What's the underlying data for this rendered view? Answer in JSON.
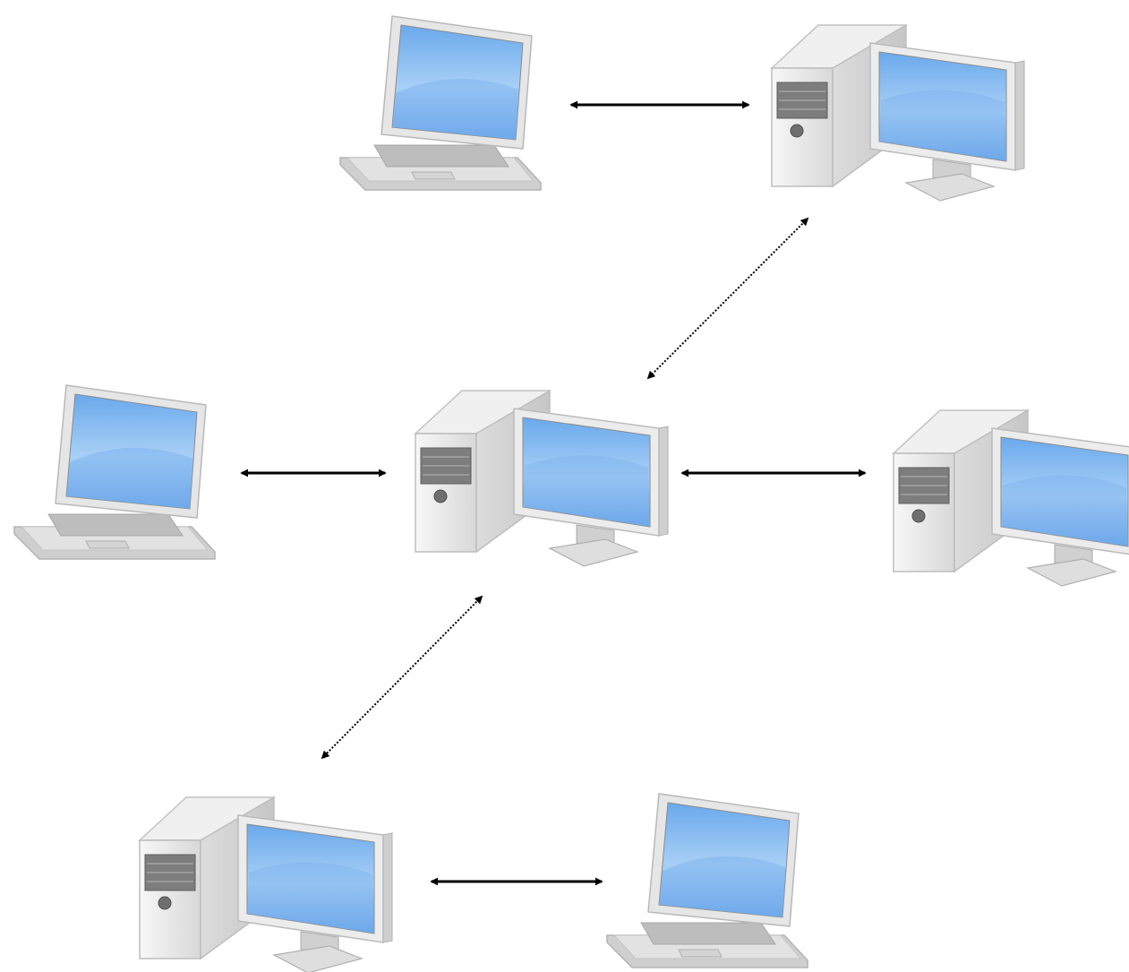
{
  "diagram": {
    "nodes": [
      {
        "id": "laptop-top",
        "kind": "laptop"
      },
      {
        "id": "desktop-top-right",
        "kind": "desktop"
      },
      {
        "id": "laptop-middle-left",
        "kind": "laptop"
      },
      {
        "id": "desktop-center",
        "kind": "desktop"
      },
      {
        "id": "desktop-middle-right",
        "kind": "desktop"
      },
      {
        "id": "desktop-bottom-left",
        "kind": "desktop"
      },
      {
        "id": "laptop-bottom-right",
        "kind": "laptop"
      }
    ],
    "links": [
      {
        "from": "laptop-top",
        "to": "desktop-top-right",
        "direction": "bidirectional",
        "line": "solid"
      },
      {
        "from": "desktop-top-right",
        "to": "desktop-center",
        "direction": "bidirectional",
        "line": "dotted"
      },
      {
        "from": "laptop-middle-left",
        "to": "desktop-center",
        "direction": "bidirectional",
        "line": "solid"
      },
      {
        "from": "desktop-center",
        "to": "desktop-middle-right",
        "direction": "bidirectional",
        "line": "solid"
      },
      {
        "from": "desktop-center",
        "to": "desktop-bottom-left",
        "direction": "bidirectional",
        "line": "dotted"
      },
      {
        "from": "desktop-bottom-left",
        "to": "laptop-bottom-right",
        "direction": "bidirectional",
        "line": "solid"
      }
    ],
    "colors": {
      "background": "#ffffff",
      "device_body": "#e9e9e9",
      "device_edge": "#bdbdbd",
      "screen": "#8fc0f2",
      "screen_highlight": "#d9ebfc",
      "arrow": "#000000"
    }
  }
}
